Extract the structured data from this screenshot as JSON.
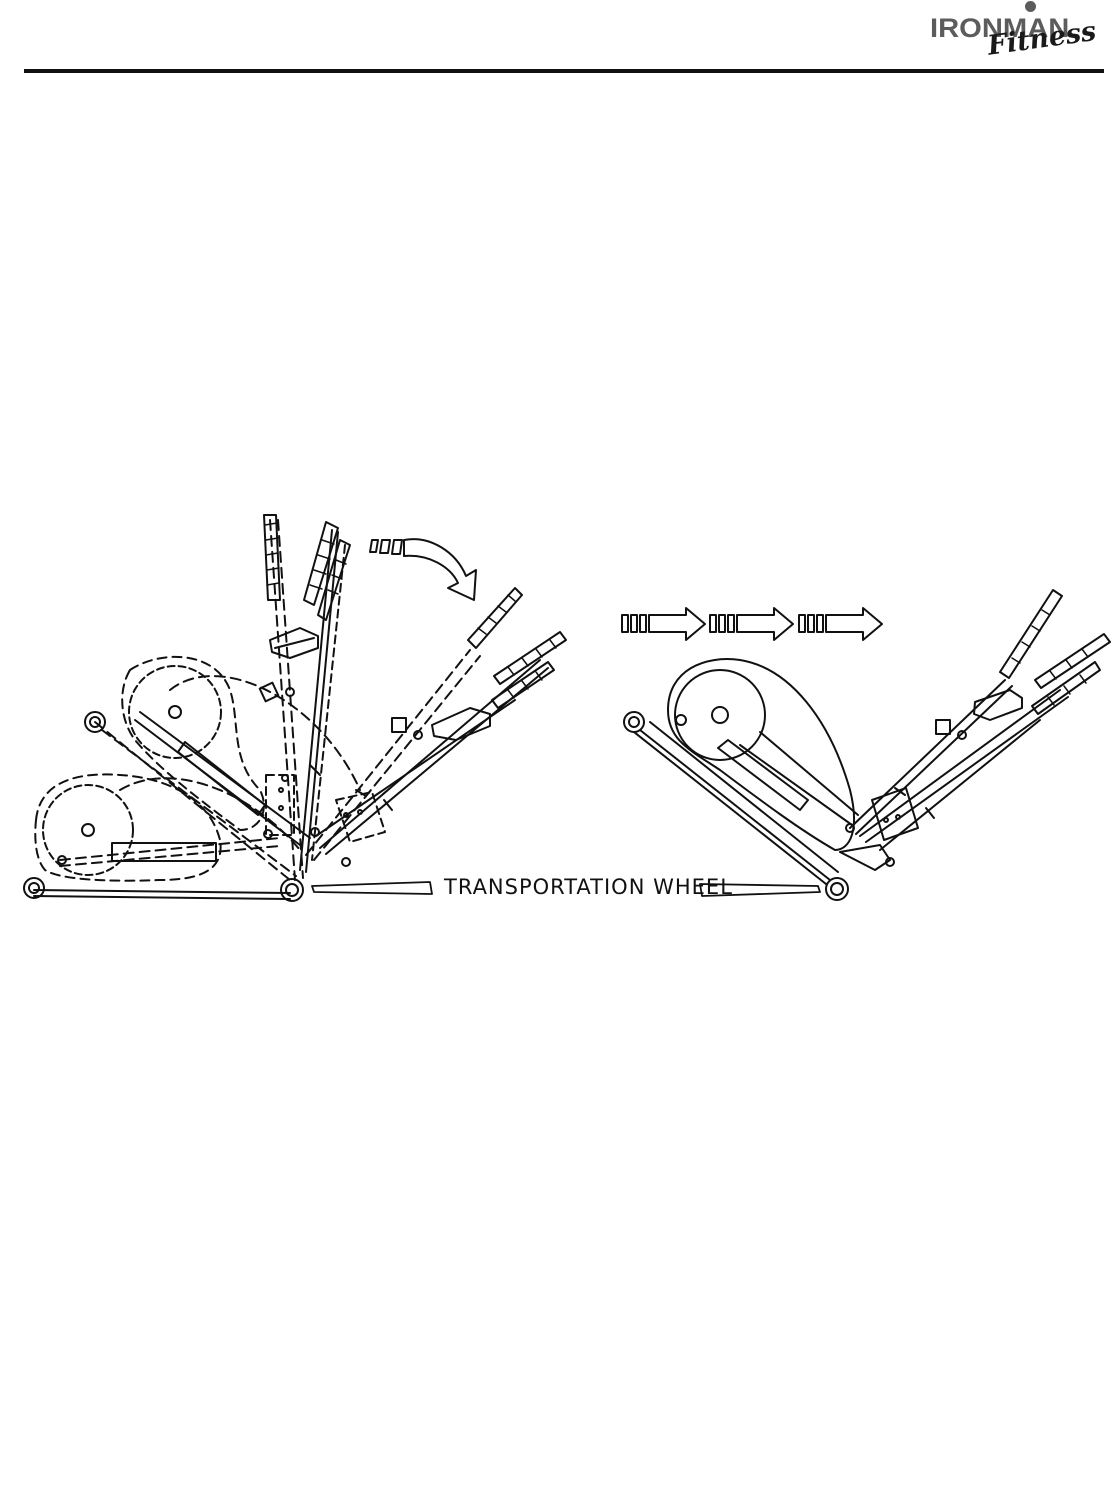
{
  "header": {
    "logo": {
      "wordmark": "IRONMAN",
      "script": "Fitness"
    }
  },
  "figure": {
    "label": "TRANSPORTATION WHEEL",
    "line_color": "#111111"
  },
  "icons": [
    "rotate-arrow-icon",
    "move-arrow-icon"
  ]
}
